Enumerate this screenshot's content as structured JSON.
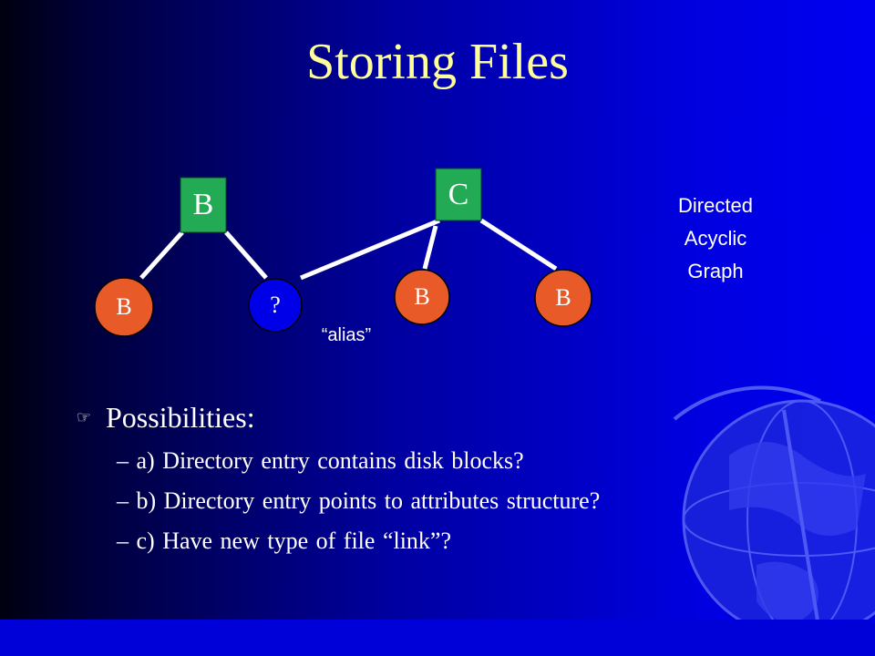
{
  "slide": {
    "title": "Storing Files",
    "diagram": {
      "nodes": [
        {
          "id": "b-root",
          "label": "B",
          "shape": "square",
          "color": "#22aa55"
        },
        {
          "id": "c-root",
          "label": "C",
          "shape": "square",
          "color": "#22aa55"
        },
        {
          "id": "b-leaf-1",
          "label": "B",
          "shape": "circle",
          "color": "#e85a28"
        },
        {
          "id": "q-leaf",
          "label": "?",
          "shape": "circle",
          "color": "#0000e8"
        },
        {
          "id": "b-leaf-2",
          "label": "B",
          "shape": "circle",
          "color": "#e85a28"
        },
        {
          "id": "b-leaf-3",
          "label": "B",
          "shape": "circle",
          "color": "#e85a28"
        }
      ],
      "edges": [
        [
          "b-root",
          "b-leaf-1"
        ],
        [
          "b-root",
          "q-leaf"
        ],
        [
          "c-root",
          "q-leaf"
        ],
        [
          "c-root",
          "b-leaf-2"
        ],
        [
          "c-root",
          "b-leaf-3"
        ]
      ],
      "alias_label": "“alias”",
      "side_note": [
        "Directed",
        "Acyclic",
        "Graph"
      ]
    },
    "bullet": {
      "icon": "pointing-hand-icon",
      "text": "Possibilities:",
      "subitems": [
        "– a) Directory entry contains disk blocks?",
        "– b) Directory entry points to attributes structure?",
        "– c) Have new type of file “link”?"
      ]
    },
    "colors": {
      "title": "#ffff99",
      "background": "#0000c0",
      "edges": "#ffffff"
    }
  }
}
